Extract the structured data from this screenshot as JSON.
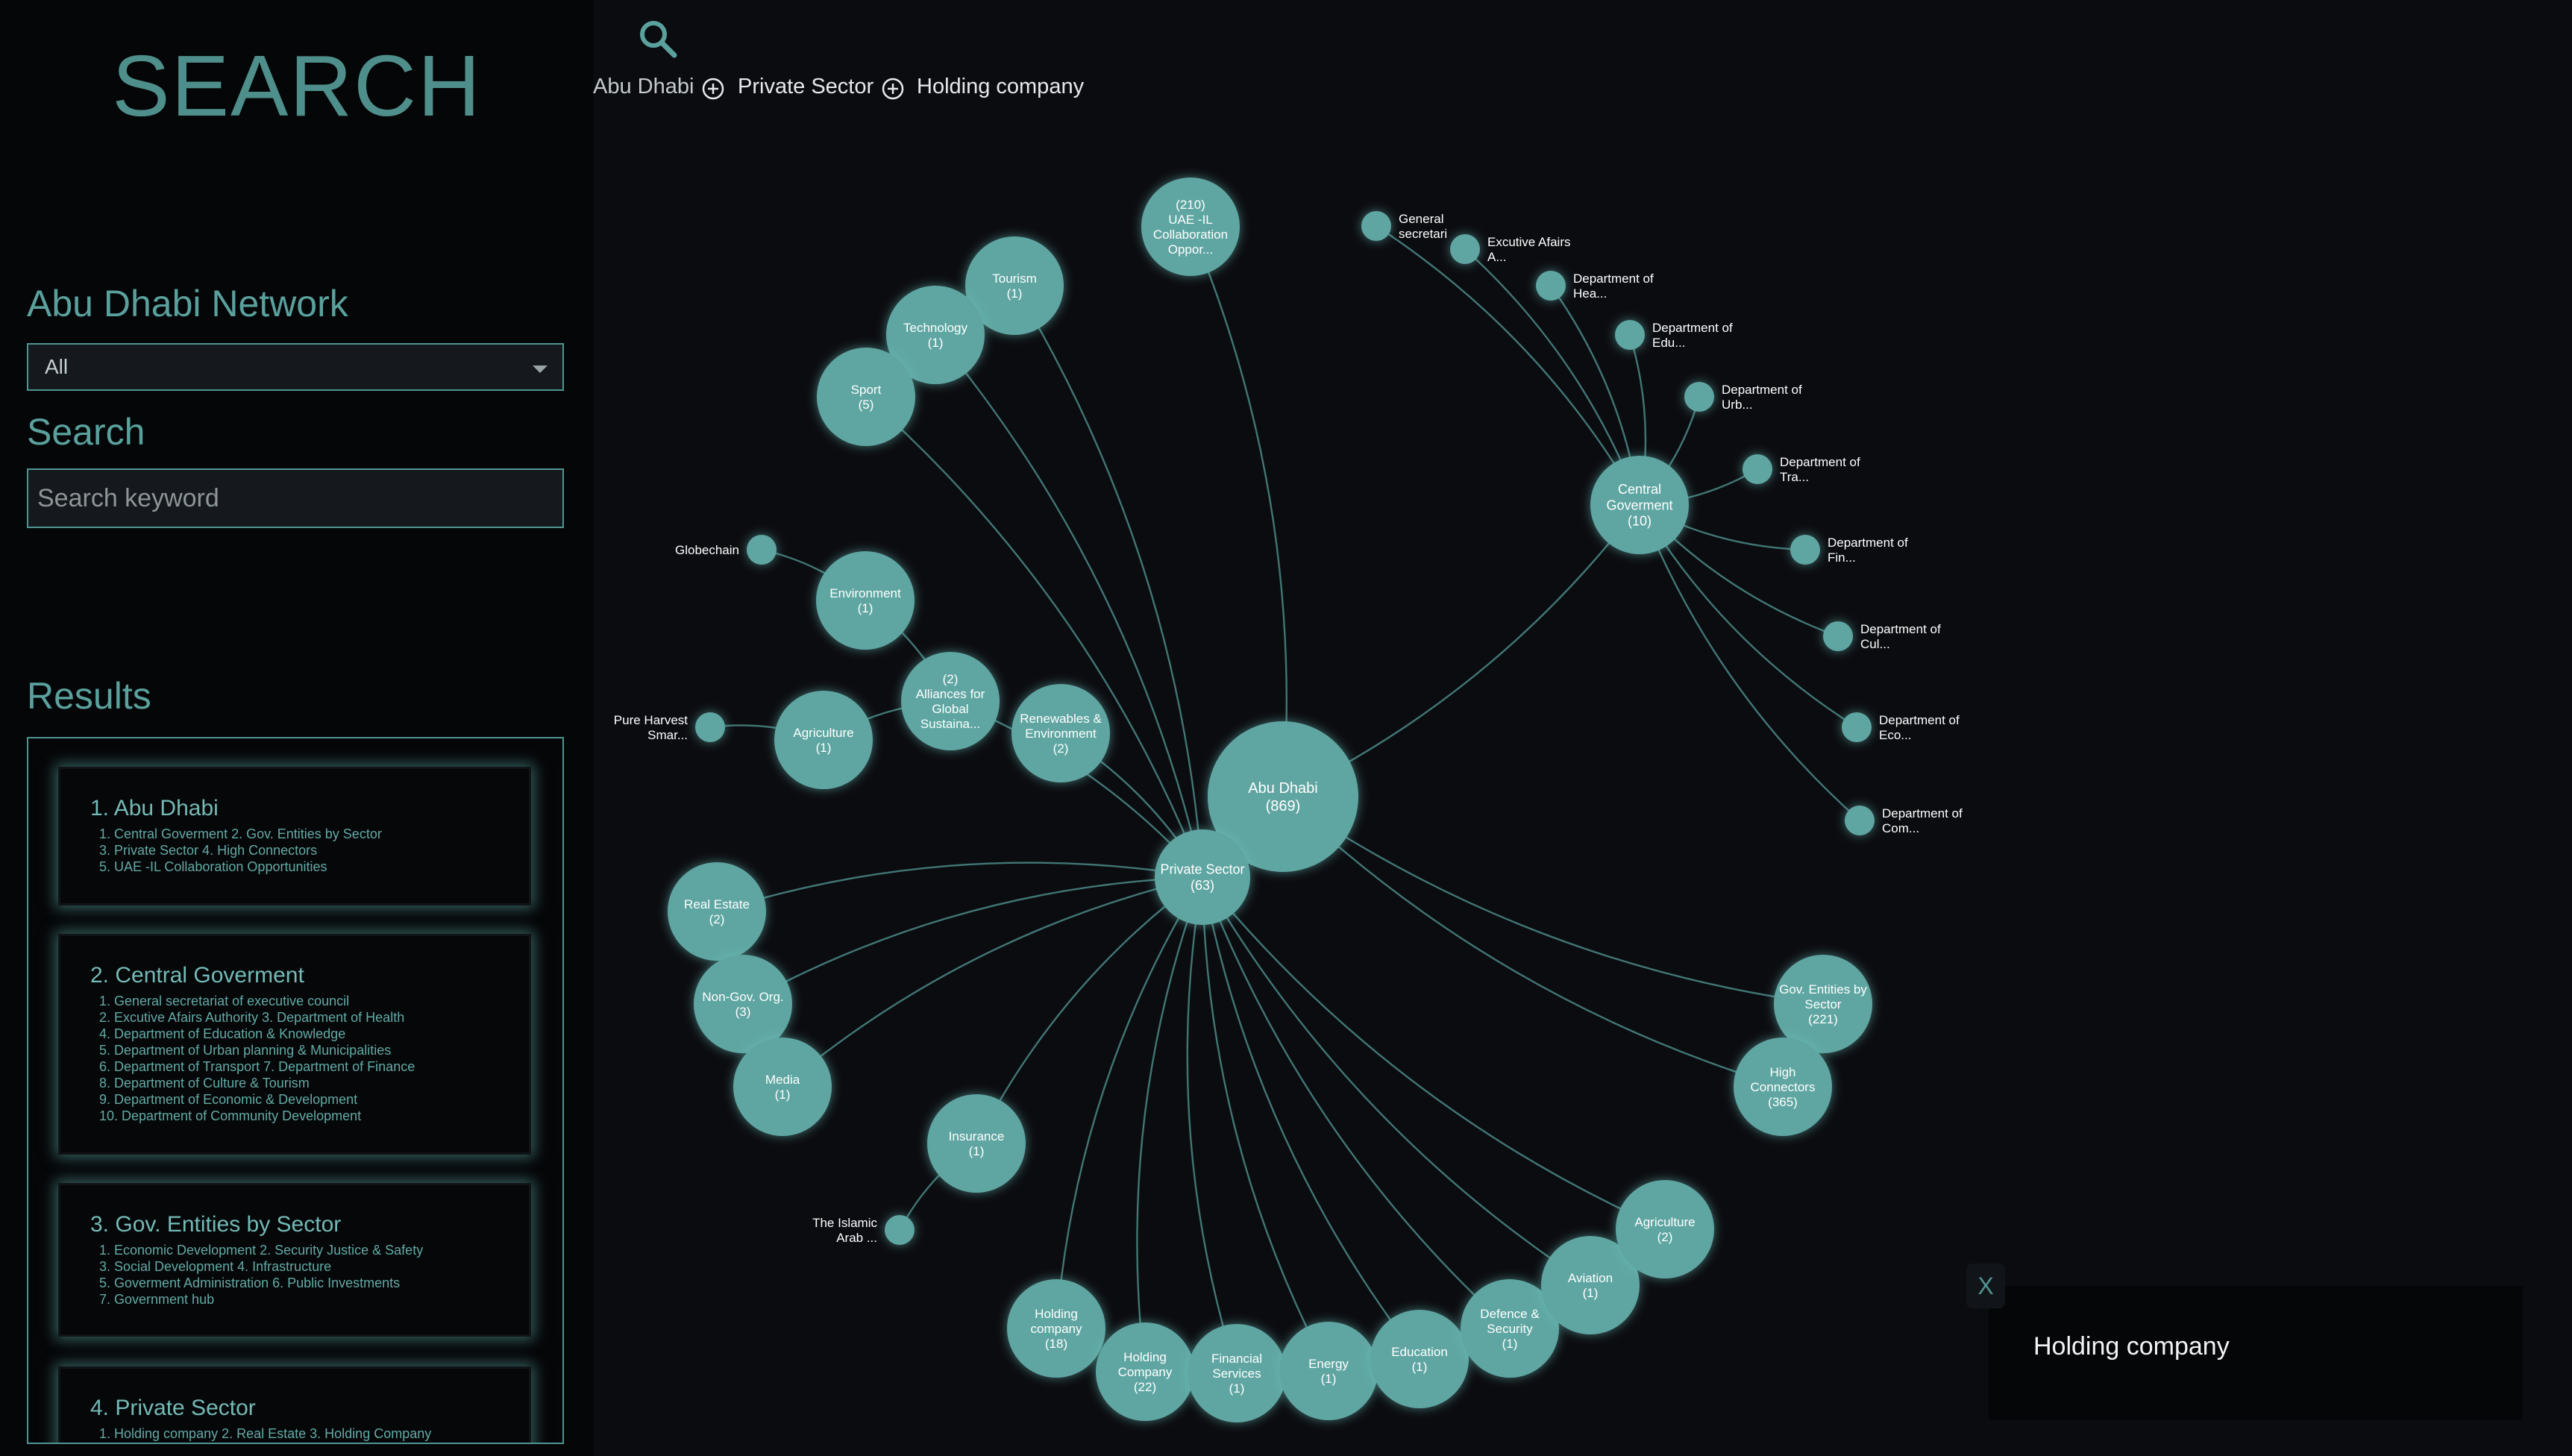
{
  "sidebar": {
    "app_title": "SEARCH",
    "network_label": "Abu Dhabi Network",
    "network_select_value": "All",
    "search_label": "Search",
    "search_placeholder": "Search keyword",
    "results_label": "Results",
    "results": [
      {
        "title": "1. Abu Dhabi",
        "lines": [
          "1. Central Goverment  2. Gov. Entities by Sector",
          "3. Private Sector  4. High Connectors",
          "5. UAE -IL Collaboration Opportunities"
        ]
      },
      {
        "title": "2. Central Goverment",
        "lines": [
          "1. General secretariat of executive council",
          "2. Excutive Afairs Authority  3. Department of Health",
          "4. Department of Education & Knowledge",
          "5. Department of Urban planning & Municipalities",
          "6. Department of Transport  7. Department of Finance",
          "8. Department of Culture & Tourism",
          "9. Department of Economic & Development",
          "10. Department of Community Development"
        ]
      },
      {
        "title": "3. Gov. Entities by Sector",
        "lines": [
          "1. Economic Development  2. Security Justice & Safety",
          "3. Social Development  4. Infrastructure",
          "5. Goverment Administration  6. Public Investments",
          "7. Government hub"
        ]
      },
      {
        "title": "4. Private Sector",
        "lines": [
          "1. Holding company  2. Real Estate  3. Holding Company"
        ]
      }
    ]
  },
  "breadcrumb": [
    "Abu Dhabi",
    "Private Sector",
    "Holding company"
  ],
  "graph": {
    "nodes": [
      {
        "id": "abu",
        "label": [
          "Abu Dhabi",
          "(869)"
        ]
      },
      {
        "id": "priv",
        "label": [
          "Private Sector",
          "(63)"
        ]
      },
      {
        "id": "cg",
        "label": [
          "Central",
          "Goverment",
          "(10)"
        ]
      },
      {
        "id": "uae",
        "label": [
          "(210)",
          "UAE -IL",
          "Collaboration",
          "Oppor..."
        ]
      },
      {
        "id": "gov",
        "label": [
          "Gov. Entities by",
          "Sector",
          "(221)"
        ]
      },
      {
        "id": "high",
        "label": [
          "High",
          "Connectors",
          "(365)"
        ]
      },
      {
        "id": "tour",
        "label": [
          "Tourism",
          "(1)"
        ]
      },
      {
        "id": "tech",
        "label": [
          "Technology",
          "(1)"
        ]
      },
      {
        "id": "sport",
        "label": [
          "Sport",
          "(5)"
        ]
      },
      {
        "id": "env",
        "label": [
          "Environment",
          "(1)"
        ]
      },
      {
        "id": "alli",
        "label": [
          "(2)",
          "Alliances for",
          "Global",
          "Sustaina..."
        ]
      },
      {
        "id": "renew",
        "label": [
          "Renewables &",
          "Environment",
          "(2)"
        ]
      },
      {
        "id": "agri1",
        "label": [
          "Agriculture",
          "(1)"
        ]
      },
      {
        "id": "re",
        "label": [
          "Real Estate",
          "(2)"
        ]
      },
      {
        "id": "ngo",
        "label": [
          "Non-Gov. Org.",
          "(3)"
        ]
      },
      {
        "id": "media",
        "label": [
          "Media",
          "(1)"
        ]
      },
      {
        "id": "ins",
        "label": [
          "Insurance",
          "(1)"
        ]
      },
      {
        "id": "hc18",
        "label": [
          "Holding",
          "company",
          "(18)"
        ]
      },
      {
        "id": "hc22",
        "label": [
          "Holding",
          "Company",
          "(22)"
        ]
      },
      {
        "id": "fin",
        "label": [
          "Financial",
          "Services",
          "(1)"
        ]
      },
      {
        "id": "energy",
        "label": [
          "Energy",
          "(1)"
        ]
      },
      {
        "id": "edu",
        "label": [
          "Education",
          "(1)"
        ]
      },
      {
        "id": "def",
        "label": [
          "Defence &",
          "Security",
          "(1)"
        ]
      },
      {
        "id": "avi",
        "label": [
          "Aviation",
          "(1)"
        ]
      },
      {
        "id": "agri2",
        "label": [
          "Agriculture",
          "(2)"
        ]
      },
      {
        "id": "l_glob",
        "label": [
          "Globechain"
        ]
      },
      {
        "id": "l_pure",
        "label": [
          "Pure Harvest",
          "Smar..."
        ]
      },
      {
        "id": "l_isl",
        "label": [
          "The Islamic",
          "Arab ..."
        ]
      },
      {
        "id": "l_gen",
        "label": [
          "General",
          "secretari"
        ]
      },
      {
        "id": "l_exc",
        "label": [
          "Excutive Afairs",
          "A..."
        ]
      },
      {
        "id": "l_hea",
        "label": [
          "Department of",
          "Hea..."
        ]
      },
      {
        "id": "l_edu",
        "label": [
          "Department of",
          "Edu..."
        ]
      },
      {
        "id": "l_urb",
        "label": [
          "Department of",
          "Urb..."
        ]
      },
      {
        "id": "l_tra",
        "label": [
          "Department of",
          "Tra..."
        ]
      },
      {
        "id": "l_fin",
        "label": [
          "Department of",
          "Fin..."
        ]
      },
      {
        "id": "l_cul",
        "label": [
          "Department of",
          "Cul..."
        ]
      },
      {
        "id": "l_eco",
        "label": [
          "Department of",
          "Eco..."
        ]
      },
      {
        "id": "l_com",
        "label": [
          "Department of",
          "Com..."
        ]
      }
    ],
    "edges": [
      [
        "abu",
        "priv"
      ],
      [
        "abu",
        "cg"
      ],
      [
        "abu",
        "uae"
      ],
      [
        "abu",
        "gov"
      ],
      [
        "abu",
        "high"
      ],
      [
        "priv",
        "tour"
      ],
      [
        "priv",
        "tech"
      ],
      [
        "priv",
        "sport"
      ],
      [
        "priv",
        "renew"
      ],
      [
        "priv",
        "alli"
      ],
      [
        "priv",
        "re"
      ],
      [
        "priv",
        "ngo"
      ],
      [
        "priv",
        "media"
      ],
      [
        "priv",
        "ins"
      ],
      [
        "priv",
        "hc18"
      ],
      [
        "priv",
        "hc22"
      ],
      [
        "priv",
        "fin"
      ],
      [
        "priv",
        "energy"
      ],
      [
        "priv",
        "edu"
      ],
      [
        "priv",
        "def"
      ],
      [
        "priv",
        "avi"
      ],
      [
        "priv",
        "agri2"
      ],
      [
        "alli",
        "env"
      ],
      [
        "alli",
        "agri1"
      ],
      [
        "env",
        "l_glob"
      ],
      [
        "agri1",
        "l_pure"
      ],
      [
        "ins",
        "l_isl"
      ],
      [
        "cg",
        "l_gen"
      ],
      [
        "cg",
        "l_exc"
      ],
      [
        "cg",
        "l_hea"
      ],
      [
        "cg",
        "l_edu"
      ],
      [
        "cg",
        "l_urb"
      ],
      [
        "cg",
        "l_tra"
      ],
      [
        "cg",
        "l_fin"
      ],
      [
        "cg",
        "l_cul"
      ],
      [
        "cg",
        "l_eco"
      ],
      [
        "cg",
        "l_com"
      ]
    ]
  },
  "toast": {
    "text": "Holding company",
    "close_label": "X"
  }
}
